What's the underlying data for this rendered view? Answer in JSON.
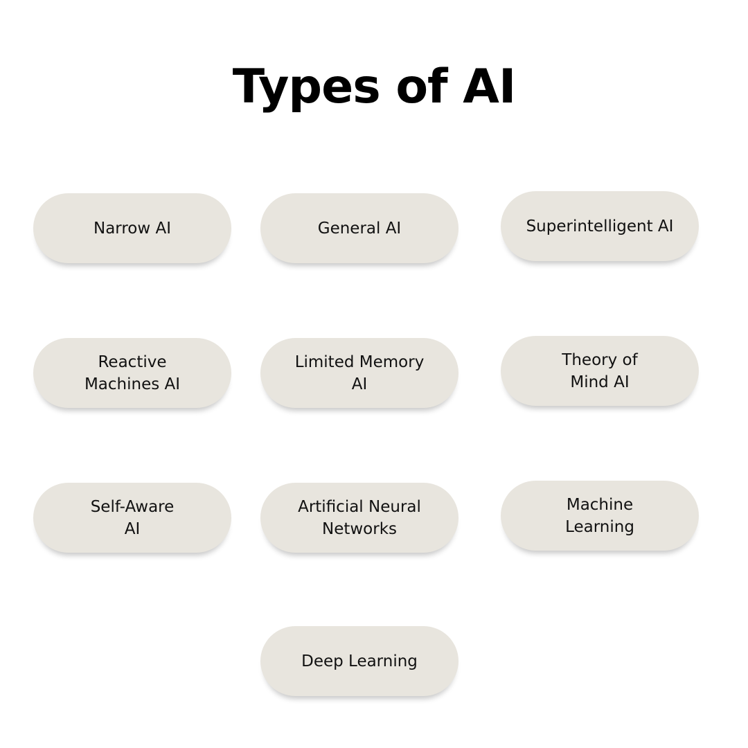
{
  "title": "Types of AI",
  "colors": {
    "background": "#ffffff",
    "pill_fill": "#e8e5de",
    "text": "#111111"
  },
  "types": [
    {
      "label": "Narrow AI"
    },
    {
      "label": "General AI"
    },
    {
      "label": "Superintelligent AI"
    },
    {
      "label": "Reactive\nMachines AI"
    },
    {
      "label": "Limited Memory\nAI"
    },
    {
      "label": "Theory of\nMind AI"
    },
    {
      "label": "Self-Aware\nAI"
    },
    {
      "label": "Artificial Neural\nNetworks"
    },
    {
      "label": "Machine\nLearning"
    },
    {
      "label": "Deep Learning"
    }
  ]
}
